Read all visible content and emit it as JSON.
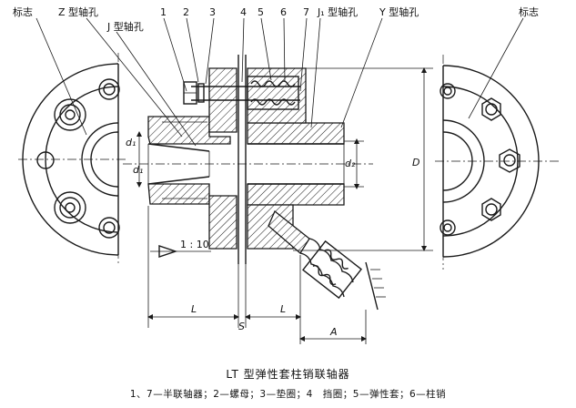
{
  "caption": {
    "title": "LT 型弹性套柱销联轴器",
    "legend": "1、7—半联轴器；2—螺母；3—垫圈；4　挡圈；5—弹性套；6—柱销"
  },
  "labels": {
    "mark_left": "标志",
    "mark_right": "标志",
    "z_bore": "Z 型轴孔",
    "j_bore": "J 型轴孔",
    "j1_bore": "J₁ 型轴孔",
    "y_bore": "Y 型轴孔",
    "part_1": "1",
    "part_2": "2",
    "part_3": "3",
    "part_4": "4",
    "part_5": "5",
    "part_6": "6",
    "part_7": "7",
    "dim_d1_upper": "d₁",
    "dim_d1_lower": "d₁",
    "dim_d2": "d₂",
    "dim_D": "D",
    "dim_L_left": "L",
    "dim_L_right": "L",
    "dim_S": "S",
    "dim_A": "A",
    "taper": "1 : 10"
  }
}
